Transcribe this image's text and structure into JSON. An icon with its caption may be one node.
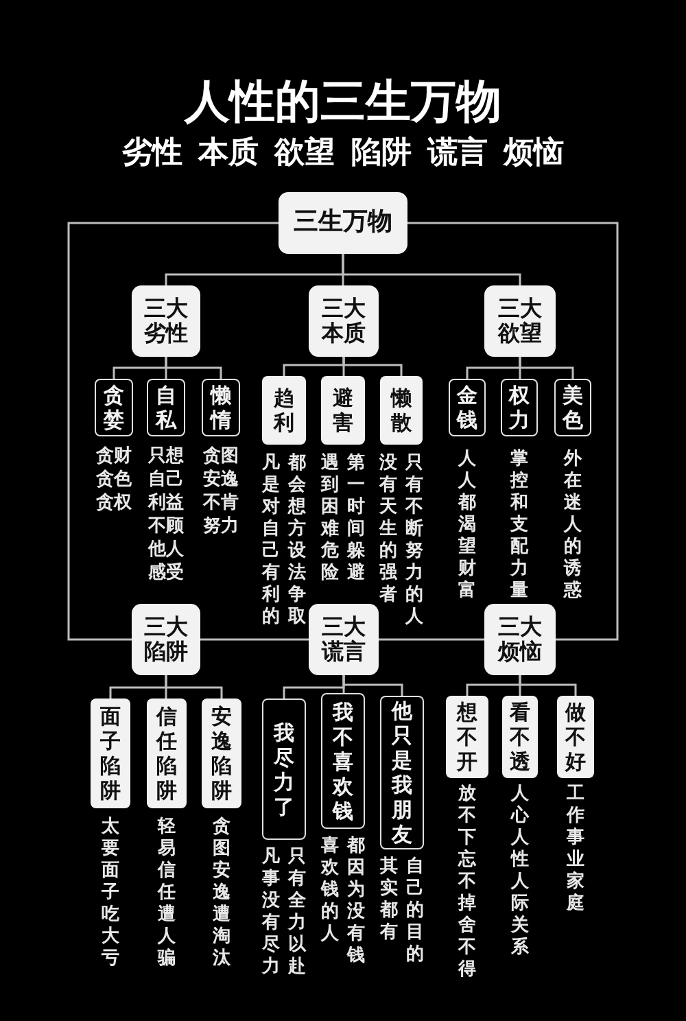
{
  "diagram": {
    "title": "人性的三生万物",
    "nodes": [
      {
        "text": [
          "三生万物"
        ]
      },
      {
        "text": [
          "三大劣性"
        ]
      },
      {
        "text": [
          "三大本质"
        ]
      },
      {
        "text": [
          "三大欲望"
        ]
      },
      {
        "text": [
          "三大陷阱"
        ]
      },
      {
        "text": [
          "三大谎言"
        ]
      },
      {
        "text": [
          "三大烦恼"
        ]
      },
      {
        "text": [
          "贪婪"
        ],
        "beside": [
          "贪财贪色贪权"
        ]
      },
      {
        "text": [
          "自私"
        ],
        "beside": [
          "只想自己利益不顾他人感受"
        ]
      },
      {
        "text": [
          "懒惰"
        ],
        "beside": [
          "贪图安逸不肯努力"
        ]
      },
      {
        "text": [
          "趋利"
        ],
        "beside": [
          "凡是对自己有利的",
          "都会想方设法争取"
        ]
      },
      {
        "text": [
          "避害"
        ],
        "beside": [
          "遇到困难危险",
          "第一时间躲避"
        ]
      },
      {
        "text": [
          "懒散"
        ],
        "beside": [
          "没有天生的强者",
          "只有不断努力的人"
        ]
      },
      {
        "text": [
          "金钱"
        ],
        "beside": [
          "人人都渴望财富"
        ]
      },
      {
        "text": [
          "权力"
        ],
        "beside": [
          "掌控和支配力量"
        ]
      },
      {
        "text": [
          "美色"
        ],
        "beside": [
          "外在迷人的诱惑"
        ]
      },
      {
        "text": [
          "面子陷阱"
        ],
        "beside": [
          "太要面子吃大亏"
        ]
      },
      {
        "text": [
          "信任陷阱"
        ],
        "beside": [
          "轻易信任遭人骗"
        ]
      },
      {
        "text": [
          "安逸陷阱"
        ],
        "beside": [
          "贪图安逸遭淘汰"
        ]
      },
      {
        "text": [
          "我尽力了"
        ],
        "beside": [
          "凡事没有尽力",
          "只有全力以赴"
        ]
      },
      {
        "text": [
          "我不喜欢钱"
        ],
        "beside": [
          "喜欢钱的人",
          "都因为没有钱"
        ]
      },
      {
        "text": [
          "他只是我朋友"
        ],
        "beside": [
          "其实都有",
          "自己的目的"
        ]
      },
      {
        "text": [
          "想不开"
        ],
        "beside": [
          "放不下忘不掉舍不得"
        ]
      },
      {
        "text": [
          "看不透"
        ],
        "beside": [
          "人心人性人际关系"
        ]
      },
      {
        "text": [
          "做不好"
        ],
        "beside": [
          "工作事业家庭"
        ]
      }
    ],
    "edges": [
      {
        "from": 0,
        "to": 1,
        "arrow": "none"
      },
      {
        "from": 0,
        "to": 2,
        "arrow": "none"
      },
      {
        "from": 0,
        "to": 3,
        "arrow": "none"
      },
      {
        "from": 0,
        "to": 4,
        "arrow": "none"
      },
      {
        "from": 4,
        "to": 5,
        "arrow": "none"
      },
      {
        "from": 5,
        "to": 6,
        "arrow": "none"
      },
      {
        "from": 0,
        "to": 6,
        "arrow": "none"
      },
      {
        "from": 1,
        "to": 7,
        "arrow": "none"
      },
      {
        "from": 1,
        "to": 8,
        "arrow": "none"
      },
      {
        "from": 1,
        "to": 9,
        "arrow": "none"
      },
      {
        "from": 2,
        "to": 10,
        "arrow": "none"
      },
      {
        "from": 2,
        "to": 11,
        "arrow": "none"
      },
      {
        "from": 2,
        "to": 12,
        "arrow": "none"
      },
      {
        "from": 3,
        "to": 13,
        "arrow": "none"
      },
      {
        "from": 3,
        "to": 14,
        "arrow": "none"
      },
      {
        "from": 3,
        "to": 15,
        "arrow": "none"
      },
      {
        "from": 4,
        "to": 16,
        "arrow": "none"
      },
      {
        "from": 4,
        "to": 17,
        "arrow": "none"
      },
      {
        "from": 4,
        "to": 18,
        "arrow": "none"
      },
      {
        "from": 5,
        "to": 19,
        "arrow": "none"
      },
      {
        "from": 5,
        "to": 20,
        "arrow": "none"
      },
      {
        "from": 5,
        "to": 21,
        "arrow": "none"
      },
      {
        "from": 6,
        "to": 22,
        "arrow": "none"
      },
      {
        "from": 6,
        "to": 23,
        "arrow": "none"
      },
      {
        "from": 6,
        "to": 24,
        "arrow": "none"
      }
    ],
    "labels": [
      "劣性 本质 欲望 陷阱 谎言 烦恼"
    ]
  }
}
